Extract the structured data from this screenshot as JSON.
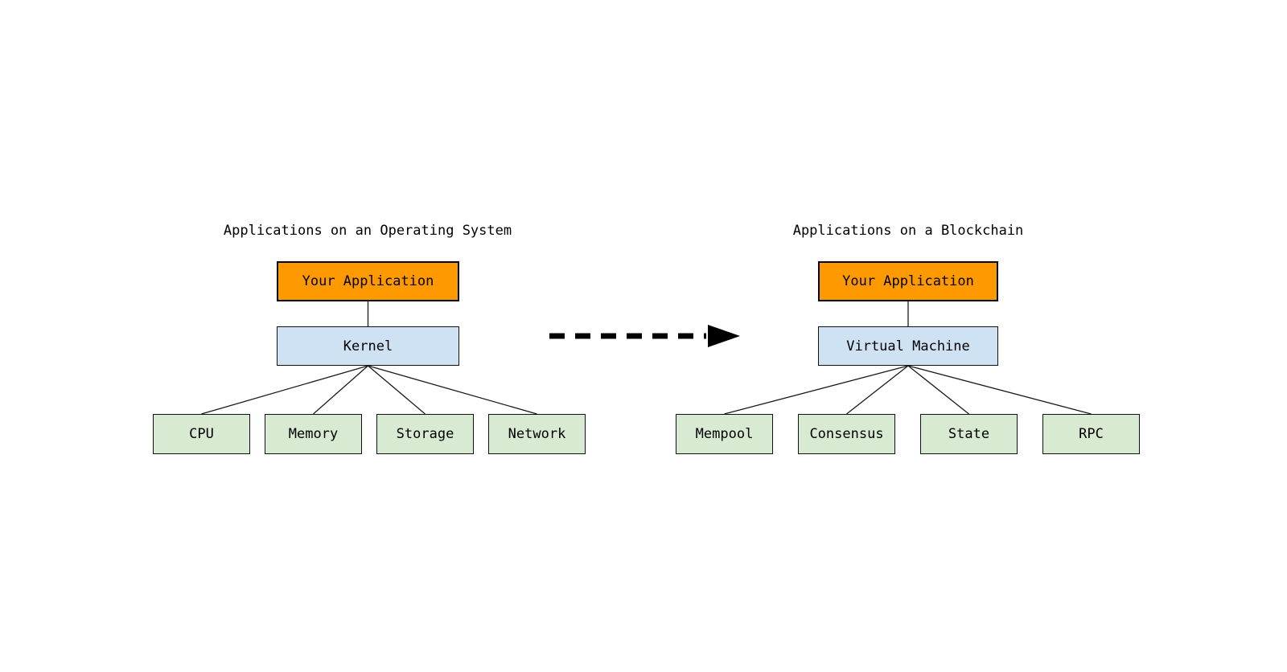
{
  "colors": {
    "background": "#ffffff",
    "app_box_fill": "#FF9900",
    "middle_box_fill": "#CFE2F3",
    "leaf_box_fill": "#D9EAD3",
    "box_border": "#000000",
    "connector_line": "#1a1a1a",
    "arrow": "#000000",
    "text": "#000000"
  },
  "left_diagram": {
    "title": "Applications on an Operating System",
    "app_box": "Your Application",
    "middle_box": "Kernel",
    "leaves": [
      "CPU",
      "Memory",
      "Storage",
      "Network"
    ]
  },
  "right_diagram": {
    "title": "Applications on a Blockchain",
    "app_box": "Your Application",
    "middle_box": "Virtual Machine",
    "leaves": [
      "Mempool",
      "Consensus",
      "State",
      "RPC"
    ]
  },
  "arrow": {
    "style": "dashed",
    "direction": "right"
  }
}
